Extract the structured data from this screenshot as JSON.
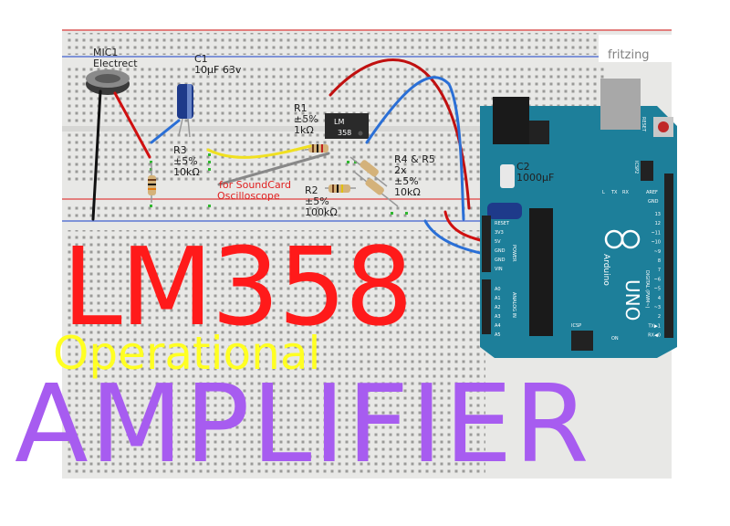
{
  "watermark": "fritzing",
  "labels": {
    "mic": [
      "MIC1",
      "Electrect"
    ],
    "c1": [
      "C1",
      "10µF 63v"
    ],
    "r1": [
      "R1",
      "±5%",
      "1kΩ"
    ],
    "r3": [
      "R3",
      "±5%",
      "10kΩ"
    ],
    "r2": [
      "R2",
      "±5%",
      "100kΩ"
    ],
    "r45": [
      "R4 & R5",
      "2x",
      "±5%",
      "10kΩ"
    ],
    "c2": [
      "C2",
      "1000µF"
    ],
    "chip": [
      "LM",
      "358"
    ],
    "soundcard": [
      "for SoundCard",
      "Oscilloscope"
    ]
  },
  "arduino": {
    "brand": "Arduino",
    "model": "UNO",
    "reset": "RESET",
    "icsp": "ICSP",
    "icsp2": "ICSP2",
    "aref": "AREF",
    "gnd": "GND",
    "tx": "TX",
    "rx": "RX",
    "on": "ON",
    "l": "L",
    "power_pins": [
      "RESET",
      "3V3",
      "5V",
      "GND",
      "GND",
      "VIN"
    ],
    "analog_pins": [
      "A0",
      "A1",
      "A2",
      "A3",
      "A4",
      "A5"
    ],
    "power_header": "POWER",
    "analog_header": "ANALOG IN",
    "digital_header": "DIGITAL (PWM~)",
    "digital_pins": [
      "13",
      "12",
      "~11",
      "~10",
      "~9",
      "8",
      "7",
      "~6",
      "~5",
      "4",
      "~3",
      "2",
      "TX▶1",
      "RX◀0"
    ]
  },
  "overlay": {
    "title": "LM358",
    "subtitle": "Operational",
    "bottom": "AMPLIFIER"
  },
  "colors": {
    "title": "#ff1a1a",
    "subtitle": "#ffff22",
    "bottom": "#a75cf0",
    "arduino": "#1d7f9a",
    "breadboard": "#e8e8e6"
  }
}
